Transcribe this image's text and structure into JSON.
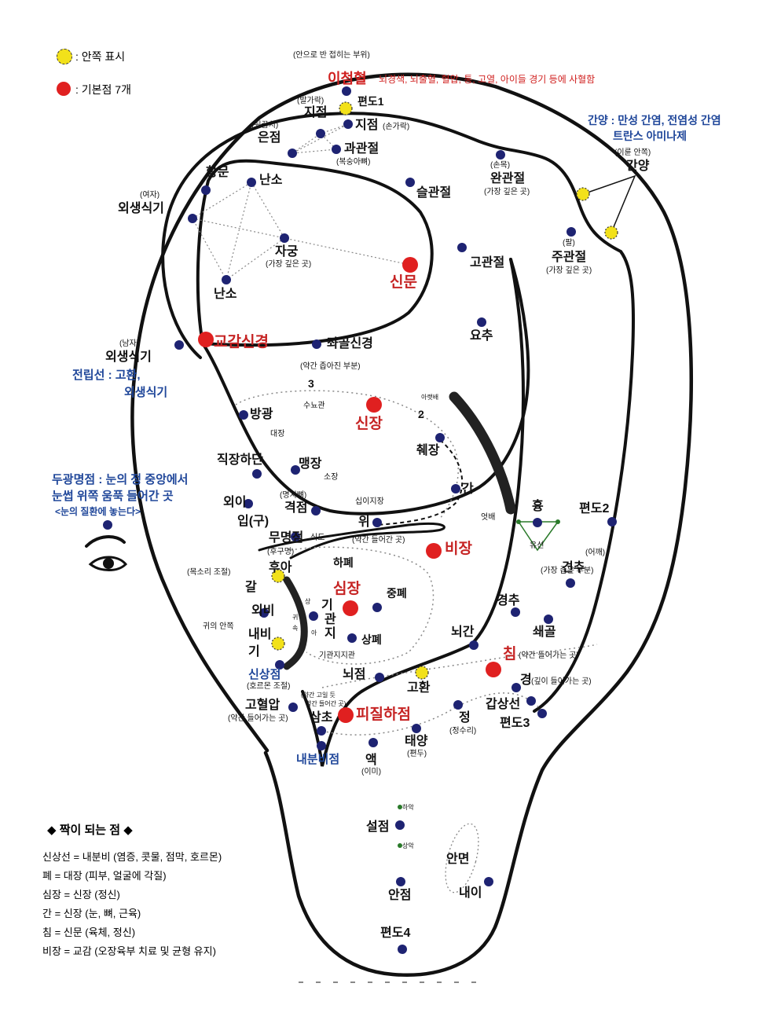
{
  "legend": {
    "inner_mark": ": 안쪽 표시",
    "basic_points": ": 기본점 7개",
    "inner_color": "#f2e11a",
    "basic_color": "#e02020"
  },
  "point_colors": {
    "navy": "#1e2372",
    "red": "#e02020",
    "yellow": "#f2e11a"
  },
  "notes": {
    "inner_fold": "(안으로 반 접히는 부위)",
    "ijeomhyeol": "이첨혈",
    "ijeomhyeol_desc": "뇌경색, 뇌출혈, 혈압, 통, 고열, 아이들 경기 등에 사혈함",
    "ganyang_line1": "간양 : 만성 간염, 전염성 간염",
    "ganyang_line2": "트란스 아미나제",
    "jeollipseon_line1": "전립선 : 고환,",
    "jeollipseon_line2": "외생식기",
    "dugwang_line1": "두광명점 : 눈의 정 중앙에서",
    "dugwang_line2": "눈썹 위쪽 움푹 들어간 곳",
    "dugwang_line3": "<눈의 질환에 놓는다>"
  },
  "labels": {
    "pyeondo1": "편도1",
    "balgarak": "(발가락)",
    "jijeom_foot": "지점",
    "jijeom_hand": "지점",
    "songarak": "(손가락)",
    "dwikkumchi": "(뒤꿈치)",
    "eunjeom": "은점",
    "gwagwanjeol": "과관절",
    "boksungabbyeo": "(복숭아뼈)",
    "hangmun": "항문",
    "nanso_top": "난소",
    "seulgwanjeol": "슬관절",
    "sonmok": "(손목)",
    "wangwanjeol": "완관절",
    "wangwanjeol_sub": "(가장 깊은 곳)",
    "iryun_inner": "(이륜 안쪽)",
    "ganyang": "간양",
    "yeoja": "(여자)",
    "oesaengsikgi_f": "외생식기",
    "jigung": "자궁",
    "jigung_sub": "(가장 깊은 곳)",
    "sinmun": "신문",
    "gogwanjeol": "고관절",
    "pal": "(팔)",
    "jugwanjeol": "주관절",
    "jugwanjeol_sub": "(가장 깊은 곳)",
    "nanso_bottom": "난소",
    "yochu": "요추",
    "namja": "(남자)",
    "oesaengsikgi_m": "외생식기",
    "gyogamsingyeong": "교감신경",
    "jwagolsingyeong": "좌골신경",
    "narrow_part": "(약간 좁아진 부분)",
    "num3": "3",
    "num2": "2",
    "sunyogwan": "수뇨관",
    "ireotbae": "아랫배",
    "banggwang": "방광",
    "sinjang": "신장",
    "daejang": "대장",
    "chwejang": "췌장",
    "jikjanghadan": "직장하단",
    "maengjang": "맹장",
    "sojang": "소장",
    "gan": "간",
    "oei": "외이",
    "myeongchibbyeo": "(명치뼈)",
    "gyeokjeom": "격점",
    "sibijijang": "십이지장",
    "eotbae": "엇배",
    "hyung": "흉",
    "pyeondo2": "편도2",
    "ipgu": "입(구)",
    "wi": "위",
    "yuseon": "유선",
    "mumyeongjeom": "무명점",
    "sikdo": "식도",
    "slightly_in": "(약간 들어간 곳)",
    "bijang": "비장",
    "hugumyeong": "(후구명)",
    "eokkae_paren": "(어깨)",
    "moksori": "(목소리 조절)",
    "hua": "후아",
    "hapye": "하폐",
    "gyeonchu": "견추",
    "galdo": "갈",
    "narrowest": "(가장 좁은 부분)",
    "simjang": "심장",
    "jungpye": "중폐",
    "oebi": "외비",
    "sang": "상",
    "gi": "기",
    "gwan": "관",
    "ji": "지",
    "gyeongchu": "경추",
    "gwi": "귀",
    "sok": "속",
    "gwiui_anjjok": "귀의 안쪽",
    "naebi": "내비",
    "a": "아",
    "sangpye": "상폐",
    "swaegol": "쇄골",
    "gi2": "기",
    "gigwanjigwan": "기관지지관",
    "noegan": "뇌간",
    "chim": "침",
    "chim_sub": "(약간 들어가는 곳)",
    "sinsangjeom": "신상점",
    "hormone": "(호르몬 조절)",
    "noejeom": "뇌점",
    "gohwan": "고환",
    "gyeong": "경",
    "gyeong_sub": "(깊이 들어가는 곳)",
    "slight_in2": "(약간 고일 듯",
    "slight_in3": "약간 들어간 곳)",
    "gohyeorap": "고혈압",
    "gohyeorap_sub": "(약간 들어가는 곳)",
    "samcho": "삼초",
    "pijilhajeom": "피질하점",
    "jeong": "정",
    "jeongsuri": "(정수리)",
    "gapsangseon": "갑상선",
    "pyeondo3": "편도3",
    "naebunbijeom": "내분비점",
    "aek": "액",
    "imi": "(이미)",
    "taeyang": "태양",
    "pyeondu": "(편두)",
    "hahak": "하악",
    "seoljeom": "설점",
    "sanghak": "상악",
    "anmyeon": "안면",
    "naei": "내이",
    "anjeom": "안점",
    "pyeondo4": "편도4"
  },
  "pairs": {
    "title": "◆ 짝이 되는 점 ◆",
    "items": [
      "신상선 = 내분비 (염증, 콧물, 점막, 호르몬)",
      "폐 = 대장 (피부, 얼굴에 각질)",
      "심장 = 신장 (정신)",
      "간 = 신장 (눈, 뼈, 근육)",
      "침 = 신문 (육체, 정신)",
      "비장 = 교감 (오장육부 치료 및 균형 유지)"
    ]
  }
}
